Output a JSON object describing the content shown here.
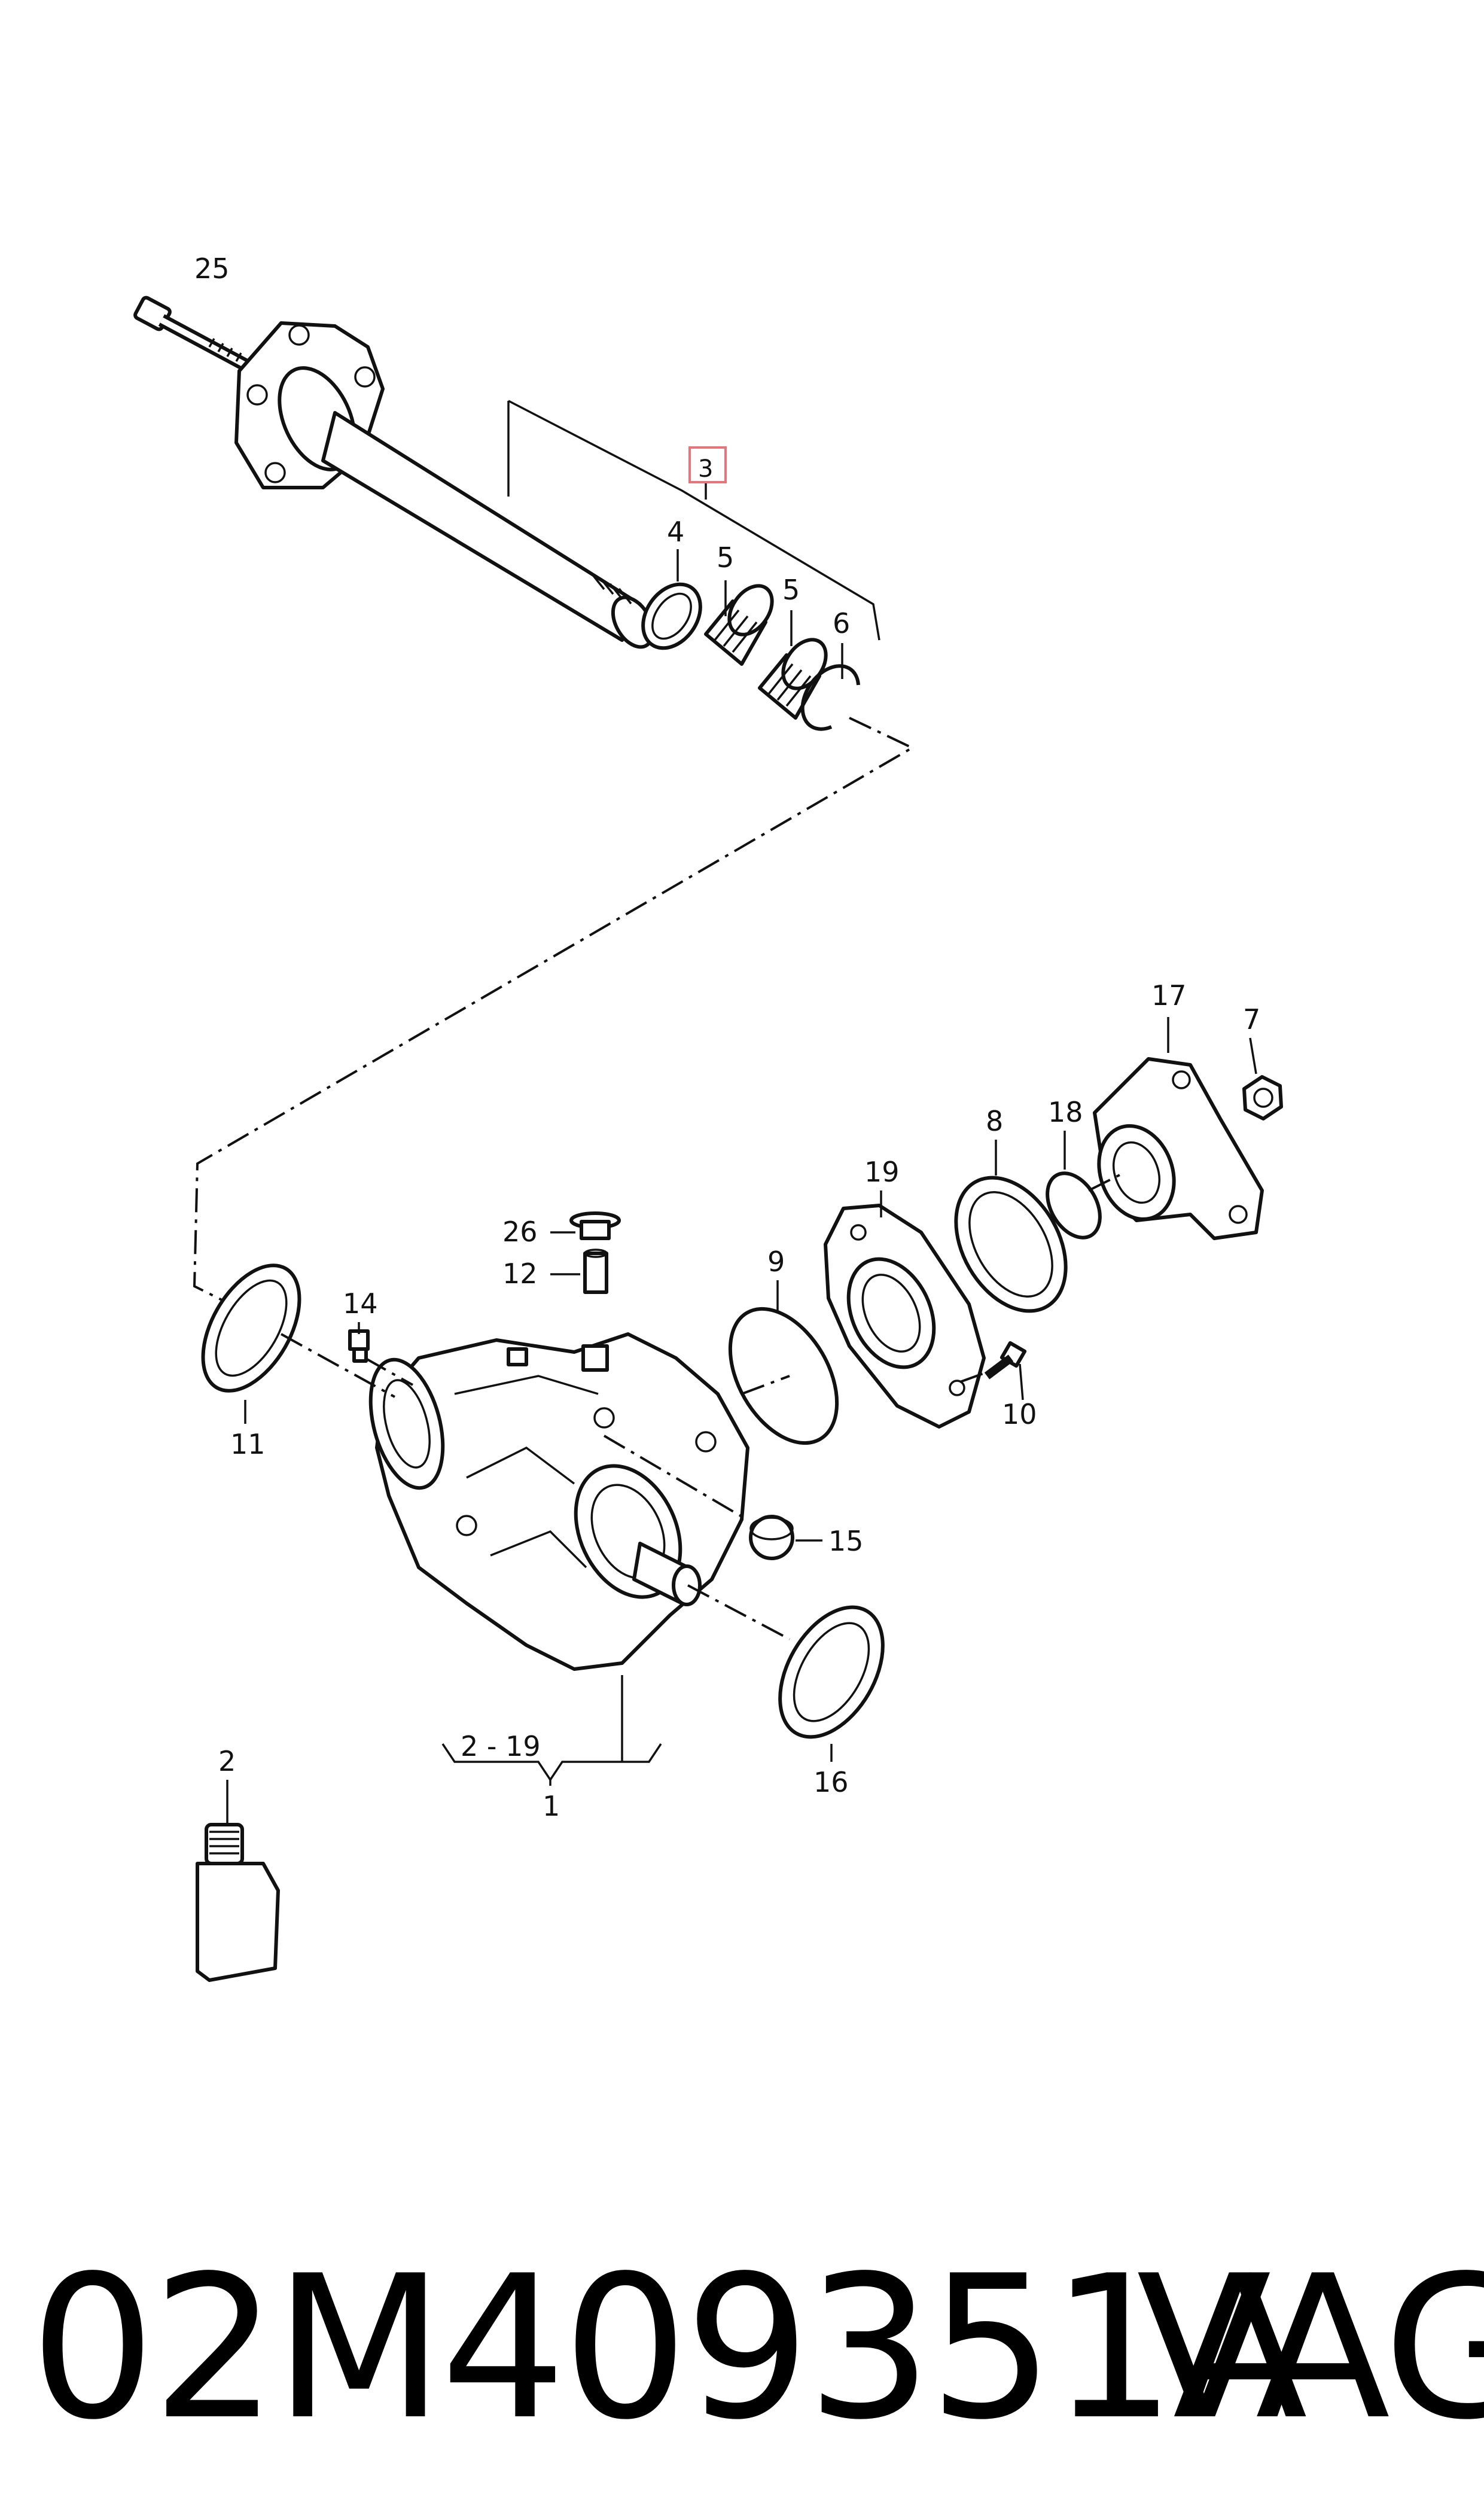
{
  "callouts": {
    "c25": "25",
    "c3": "3",
    "c4": "4",
    "c5a": "5",
    "c5b": "5",
    "c6": "6",
    "c17": "17",
    "c7": "7",
    "c18": "18",
    "c8": "8",
    "c19": "19",
    "c9": "9",
    "c26": "26",
    "c12": "12",
    "c14": "14",
    "c10": "10",
    "c11": "11",
    "c15": "15",
    "c16": "16",
    "c2_19": "2 - 19",
    "c1": "1",
    "c2": "2"
  },
  "footer": {
    "part_number": "02M409351A",
    "brand": "VAG"
  },
  "colors": {
    "highlight": "#e8747a",
    "ink": "#111111"
  }
}
